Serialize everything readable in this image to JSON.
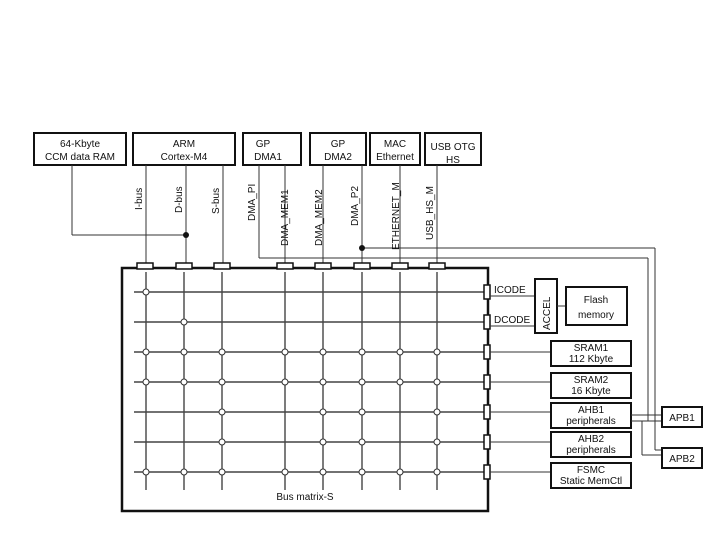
{
  "masters": [
    {
      "line1": "64-Kbyte",
      "line2": "CCM data RAM"
    },
    {
      "line1": "ARM",
      "line2": "Cortex-M4"
    },
    {
      "line1": "GP",
      "line2": "DMA1"
    },
    {
      "line1": "GP",
      "line2": "DMA2"
    },
    {
      "line1": "MAC",
      "line2": "Ethernet"
    },
    {
      "line1": "USB OTG",
      "line2": "HS"
    }
  ],
  "bus_labels": [
    "I-bus",
    "D-bus",
    "S-bus",
    "DMA_PI",
    "DMA_MEM1",
    "DMA_MEM2",
    "DMA_P2",
    "ETHERNET_M",
    "USB_HS_M"
  ],
  "matrix_label": "Bus matrix-S",
  "icode_label": "ICODE",
  "dcode_label": "DCODE",
  "accel_label": "ACCEL",
  "flash": {
    "line1": "Flash",
    "line2": "memory"
  },
  "slaves": [
    {
      "line1": "SRAM1",
      "line2": "112 Kbyte"
    },
    {
      "line1": "SRAM2",
      "line2": "16 Kbyte"
    },
    {
      "line1": "AHB1",
      "line2": "peripherals"
    },
    {
      "line1": "AHB2",
      "line2": "peripherals"
    },
    {
      "line1": "FSMC",
      "line2": "Static MemCtl"
    }
  ],
  "apb": [
    "APB1",
    "APB2"
  ]
}
